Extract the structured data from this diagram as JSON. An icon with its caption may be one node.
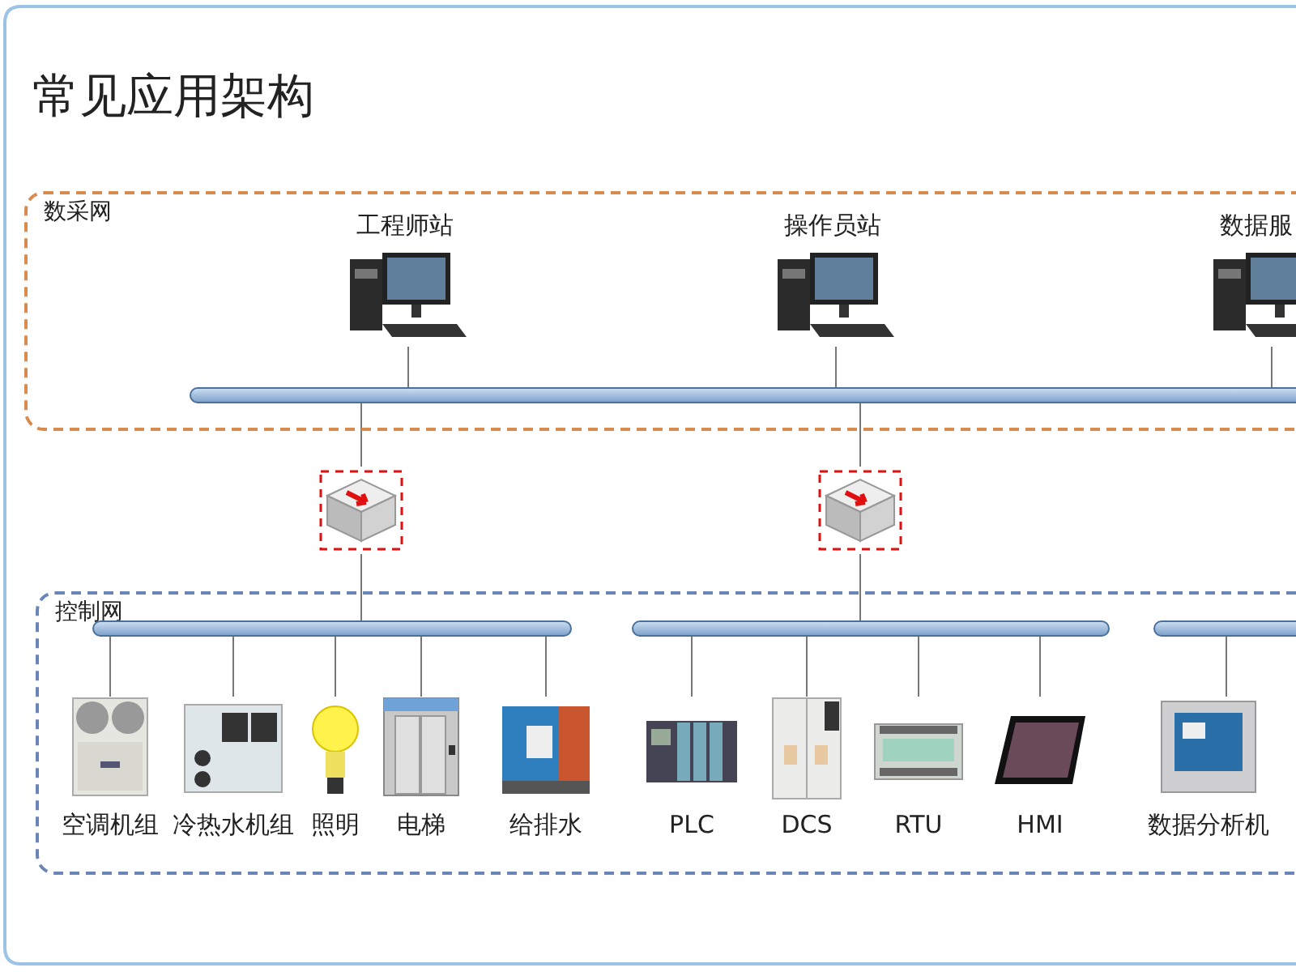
{
  "diagram": {
    "title": "常见应用架构",
    "nodes": [
      {
        "text": [
          "数采网"
        ]
      },
      {
        "text": [
          "工程师站"
        ],
        "in": 0
      },
      {
        "text": [
          "操作员站"
        ],
        "in": 0
      },
      {
        "text": [
          "数据服"
        ],
        "in": 0
      },
      {
        "text": [],
        "shape": "bar",
        "in": 0
      },
      {
        "text": [],
        "shape": "picture"
      },
      {
        "text": [],
        "shape": "picture"
      },
      {
        "text": [
          "控制网"
        ]
      },
      {
        "text": [],
        "shape": "bar",
        "in": 7
      },
      {
        "text": [],
        "shape": "bar",
        "in": 7
      },
      {
        "text": [],
        "shape": "bar",
        "in": 7
      },
      {
        "text": [
          "空调机组"
        ],
        "in": 7
      },
      {
        "text": [
          "冷热水机组"
        ],
        "in": 7
      },
      {
        "text": [
          "照明"
        ],
        "in": 7
      },
      {
        "text": [
          "电梯"
        ],
        "in": 7
      },
      {
        "text": [
          "给排水"
        ],
        "in": 7
      },
      {
        "text": [
          "PLC"
        ],
        "in": 7
      },
      {
        "text": [
          "DCS"
        ],
        "in": 7
      },
      {
        "text": [
          "RTU"
        ],
        "in": 7
      },
      {
        "text": [
          "HMI"
        ],
        "in": 7
      },
      {
        "text": [
          "数据分析机"
        ],
        "in": 7
      }
    ],
    "edges": [
      {
        "from": 1,
        "to": 4,
        "arrow": "none"
      },
      {
        "from": 2,
        "to": 4,
        "arrow": "none"
      },
      {
        "from": 3,
        "to": 4,
        "arrow": "none"
      },
      {
        "from": 4,
        "to": 5,
        "arrow": "none"
      },
      {
        "from": 5,
        "to": 8,
        "arrow": "none"
      },
      {
        "from": 4,
        "to": 6,
        "arrow": "none"
      },
      {
        "from": 6,
        "to": 9,
        "arrow": "none"
      },
      {
        "from": 8,
        "to": 11,
        "arrow": "none"
      },
      {
        "from": 8,
        "to": 12,
        "arrow": "none"
      },
      {
        "from": 8,
        "to": 13,
        "arrow": "none"
      },
      {
        "from": 8,
        "to": 14,
        "arrow": "none"
      },
      {
        "from": 8,
        "to": 15,
        "arrow": "none"
      },
      {
        "from": 9,
        "to": 16,
        "arrow": "none"
      },
      {
        "from": 9,
        "to": 17,
        "arrow": "none"
      },
      {
        "from": 9,
        "to": 18,
        "arrow": "none"
      },
      {
        "from": 9,
        "to": 19,
        "arrow": "none"
      },
      {
        "from": 10,
        "to": 20,
        "arrow": "none"
      }
    ]
  }
}
